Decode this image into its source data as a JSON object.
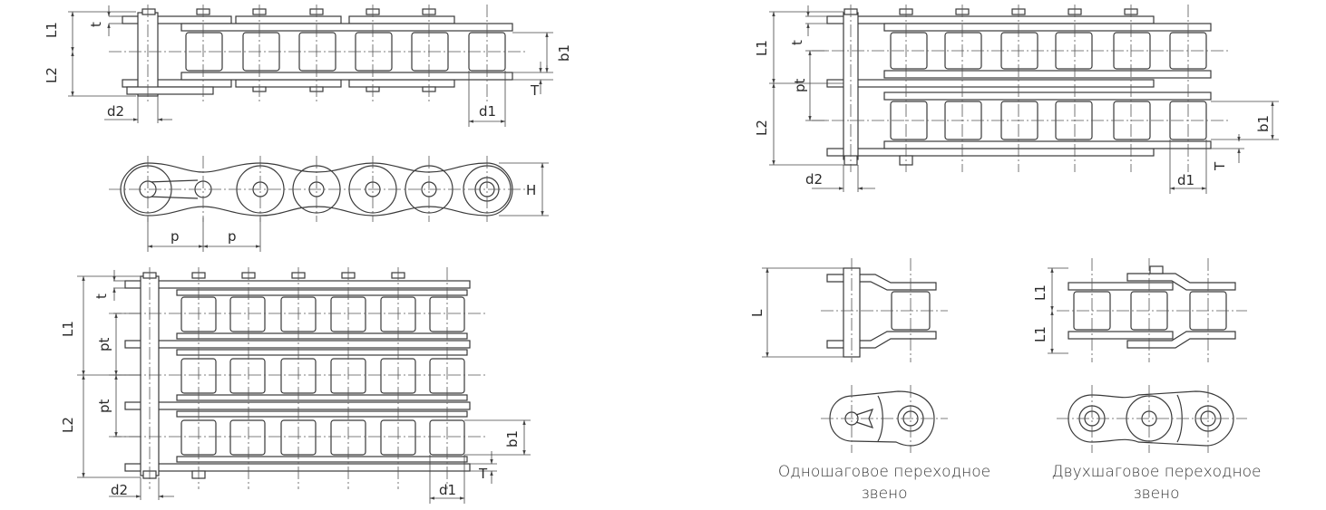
{
  "diagram": {
    "labels": {
      "L1": "L1",
      "L2": "L2",
      "L": "L",
      "t": "t",
      "pt": "pt",
      "b1": "b1",
      "T": "T",
      "d1": "d1",
      "d2": "d2",
      "p": "p",
      "H": "H"
    },
    "captions": {
      "single_line1": "Одношаговое переходное",
      "single_line2": "звено",
      "double_line1": "Двухшаговое переходное",
      "double_line2": "звено"
    }
  }
}
